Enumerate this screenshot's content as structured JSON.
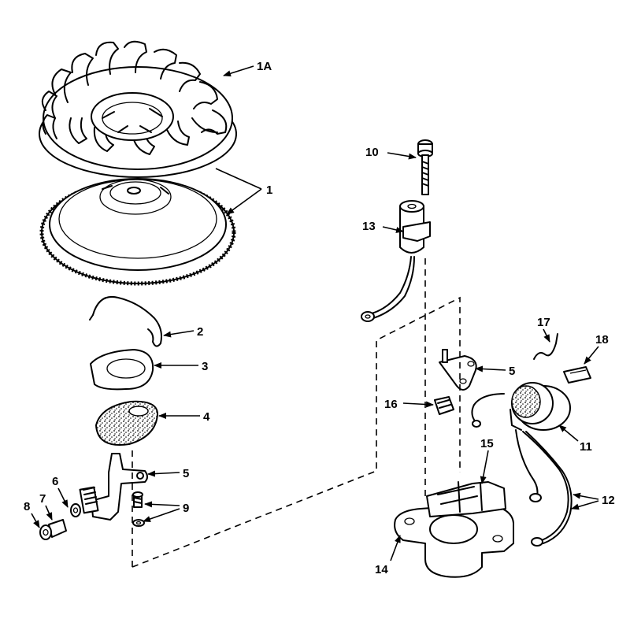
{
  "parts": [
    {
      "id": "label-1a",
      "text": "1A"
    },
    {
      "id": "label-1",
      "text": "1"
    },
    {
      "id": "label-2",
      "text": "2"
    },
    {
      "id": "label-3",
      "text": "3"
    },
    {
      "id": "label-4",
      "text": "4"
    },
    {
      "id": "label-5a",
      "text": "5"
    },
    {
      "id": "label-5b",
      "text": "5"
    },
    {
      "id": "label-6",
      "text": "6"
    },
    {
      "id": "label-7",
      "text": "7"
    },
    {
      "id": "label-8",
      "text": "8"
    },
    {
      "id": "label-9",
      "text": "9"
    },
    {
      "id": "label-10",
      "text": "10"
    },
    {
      "id": "label-11",
      "text": "11"
    },
    {
      "id": "label-12",
      "text": "12"
    },
    {
      "id": "label-13",
      "text": "13"
    },
    {
      "id": "label-14",
      "text": "14"
    },
    {
      "id": "label-15",
      "text": "15"
    },
    {
      "id": "label-16",
      "text": "16"
    },
    {
      "id": "label-17",
      "text": "17"
    },
    {
      "id": "label-18",
      "text": "18"
    }
  ]
}
